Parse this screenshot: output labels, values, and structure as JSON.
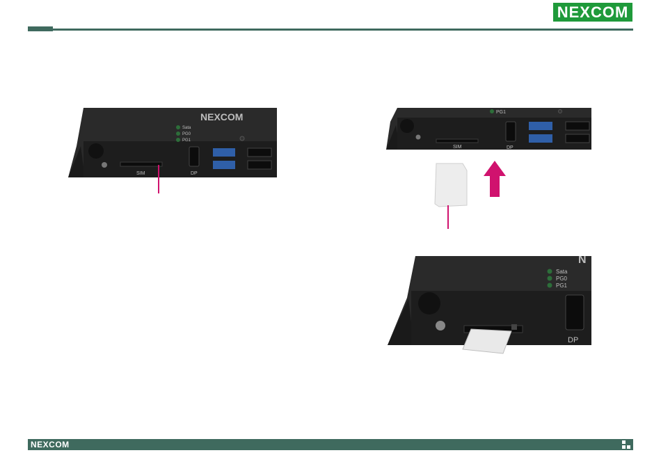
{
  "header": {
    "logo_text": "NEXCOM"
  },
  "footer": {
    "logo_text": "NEXCOM"
  },
  "colors": {
    "brand_green": "#1f9a3a",
    "rule": "#3f6a5e",
    "callout": "#d0126e"
  },
  "photo1": {
    "brand": "NEXCOM",
    "leds": [
      "Sata",
      "PG0",
      "PG1"
    ],
    "slot_label": "SIM",
    "port_dp": "DP"
  },
  "photo2": {
    "led": "PG1",
    "slot_label": "SIM",
    "port_dp": "DP"
  },
  "photo3": {
    "brand": "N",
    "leds": [
      "Sata",
      "PG0",
      "PG1"
    ],
    "port_dp": "DP"
  }
}
